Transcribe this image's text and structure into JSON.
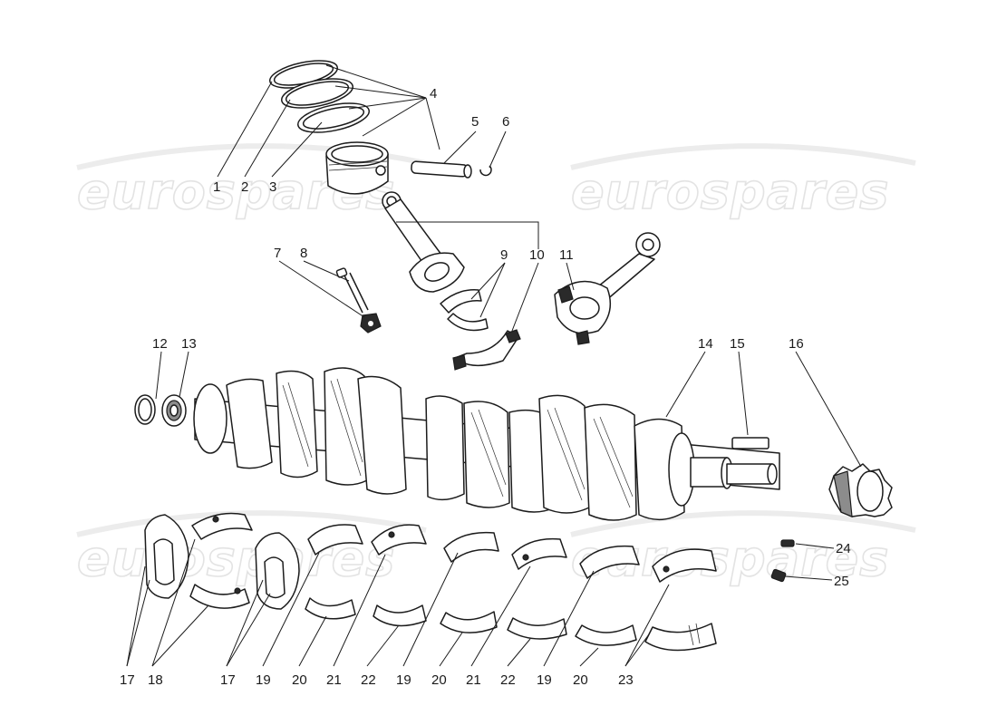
{
  "watermarks": [
    {
      "text": "eurospares"
    },
    {
      "text": "eurospares"
    },
    {
      "text": "eurospares"
    },
    {
      "text": "eurospares"
    }
  ],
  "callouts": [
    {
      "label": "1"
    },
    {
      "label": "2"
    },
    {
      "label": "3"
    },
    {
      "label": "4"
    },
    {
      "label": "5"
    },
    {
      "label": "6"
    },
    {
      "label": "7"
    },
    {
      "label": "8"
    },
    {
      "label": "9"
    },
    {
      "label": "10"
    },
    {
      "label": "11"
    },
    {
      "label": "12"
    },
    {
      "label": "13"
    },
    {
      "label": "14"
    },
    {
      "label": "15"
    },
    {
      "label": "16"
    },
    {
      "label": "24"
    },
    {
      "label": "25"
    },
    {
      "label": "17"
    },
    {
      "label": "18"
    },
    {
      "label": "17"
    },
    {
      "label": "19"
    },
    {
      "label": "20"
    },
    {
      "label": "21"
    },
    {
      "label": "22"
    },
    {
      "label": "19"
    },
    {
      "label": "20"
    },
    {
      "label": "21"
    },
    {
      "label": "22"
    },
    {
      "label": "19"
    },
    {
      "label": "20"
    },
    {
      "label": "23"
    }
  ]
}
